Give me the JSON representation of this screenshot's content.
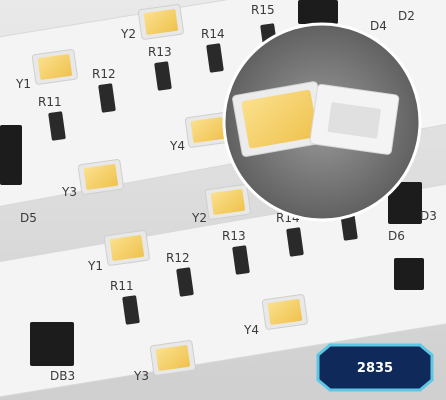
{
  "silkscreen": {
    "upper": {
      "y1": "Y1",
      "y2": "Y2",
      "y4": "Y4",
      "y3": "Y3",
      "r11": "R11",
      "r12": "R12",
      "r13": "R13",
      "r14": "R14",
      "r15": "R15",
      "d4": "D4",
      "d2": "D2",
      "d5": "D5"
    },
    "lower": {
      "y1": "Y1",
      "y2": "Y2",
      "y4": "Y4",
      "y3": "Y3",
      "r11": "R11",
      "r12": "R12",
      "r13": "R13",
      "r14": "R14",
      "d6": "D6",
      "d3": "D3",
      "db3": "DB3"
    }
  },
  "badge": {
    "label": "2835"
  },
  "colors": {
    "board": "#f2f2f2",
    "led": "#f4cd62",
    "led_frame": "#e9e9e9",
    "resistor": "#2a2a2a",
    "ic": "#1c1c1c",
    "inset_bg": "#7a7a7a",
    "badge_bg": "#0f2a5a",
    "badge_border": "#5cc8e6"
  }
}
